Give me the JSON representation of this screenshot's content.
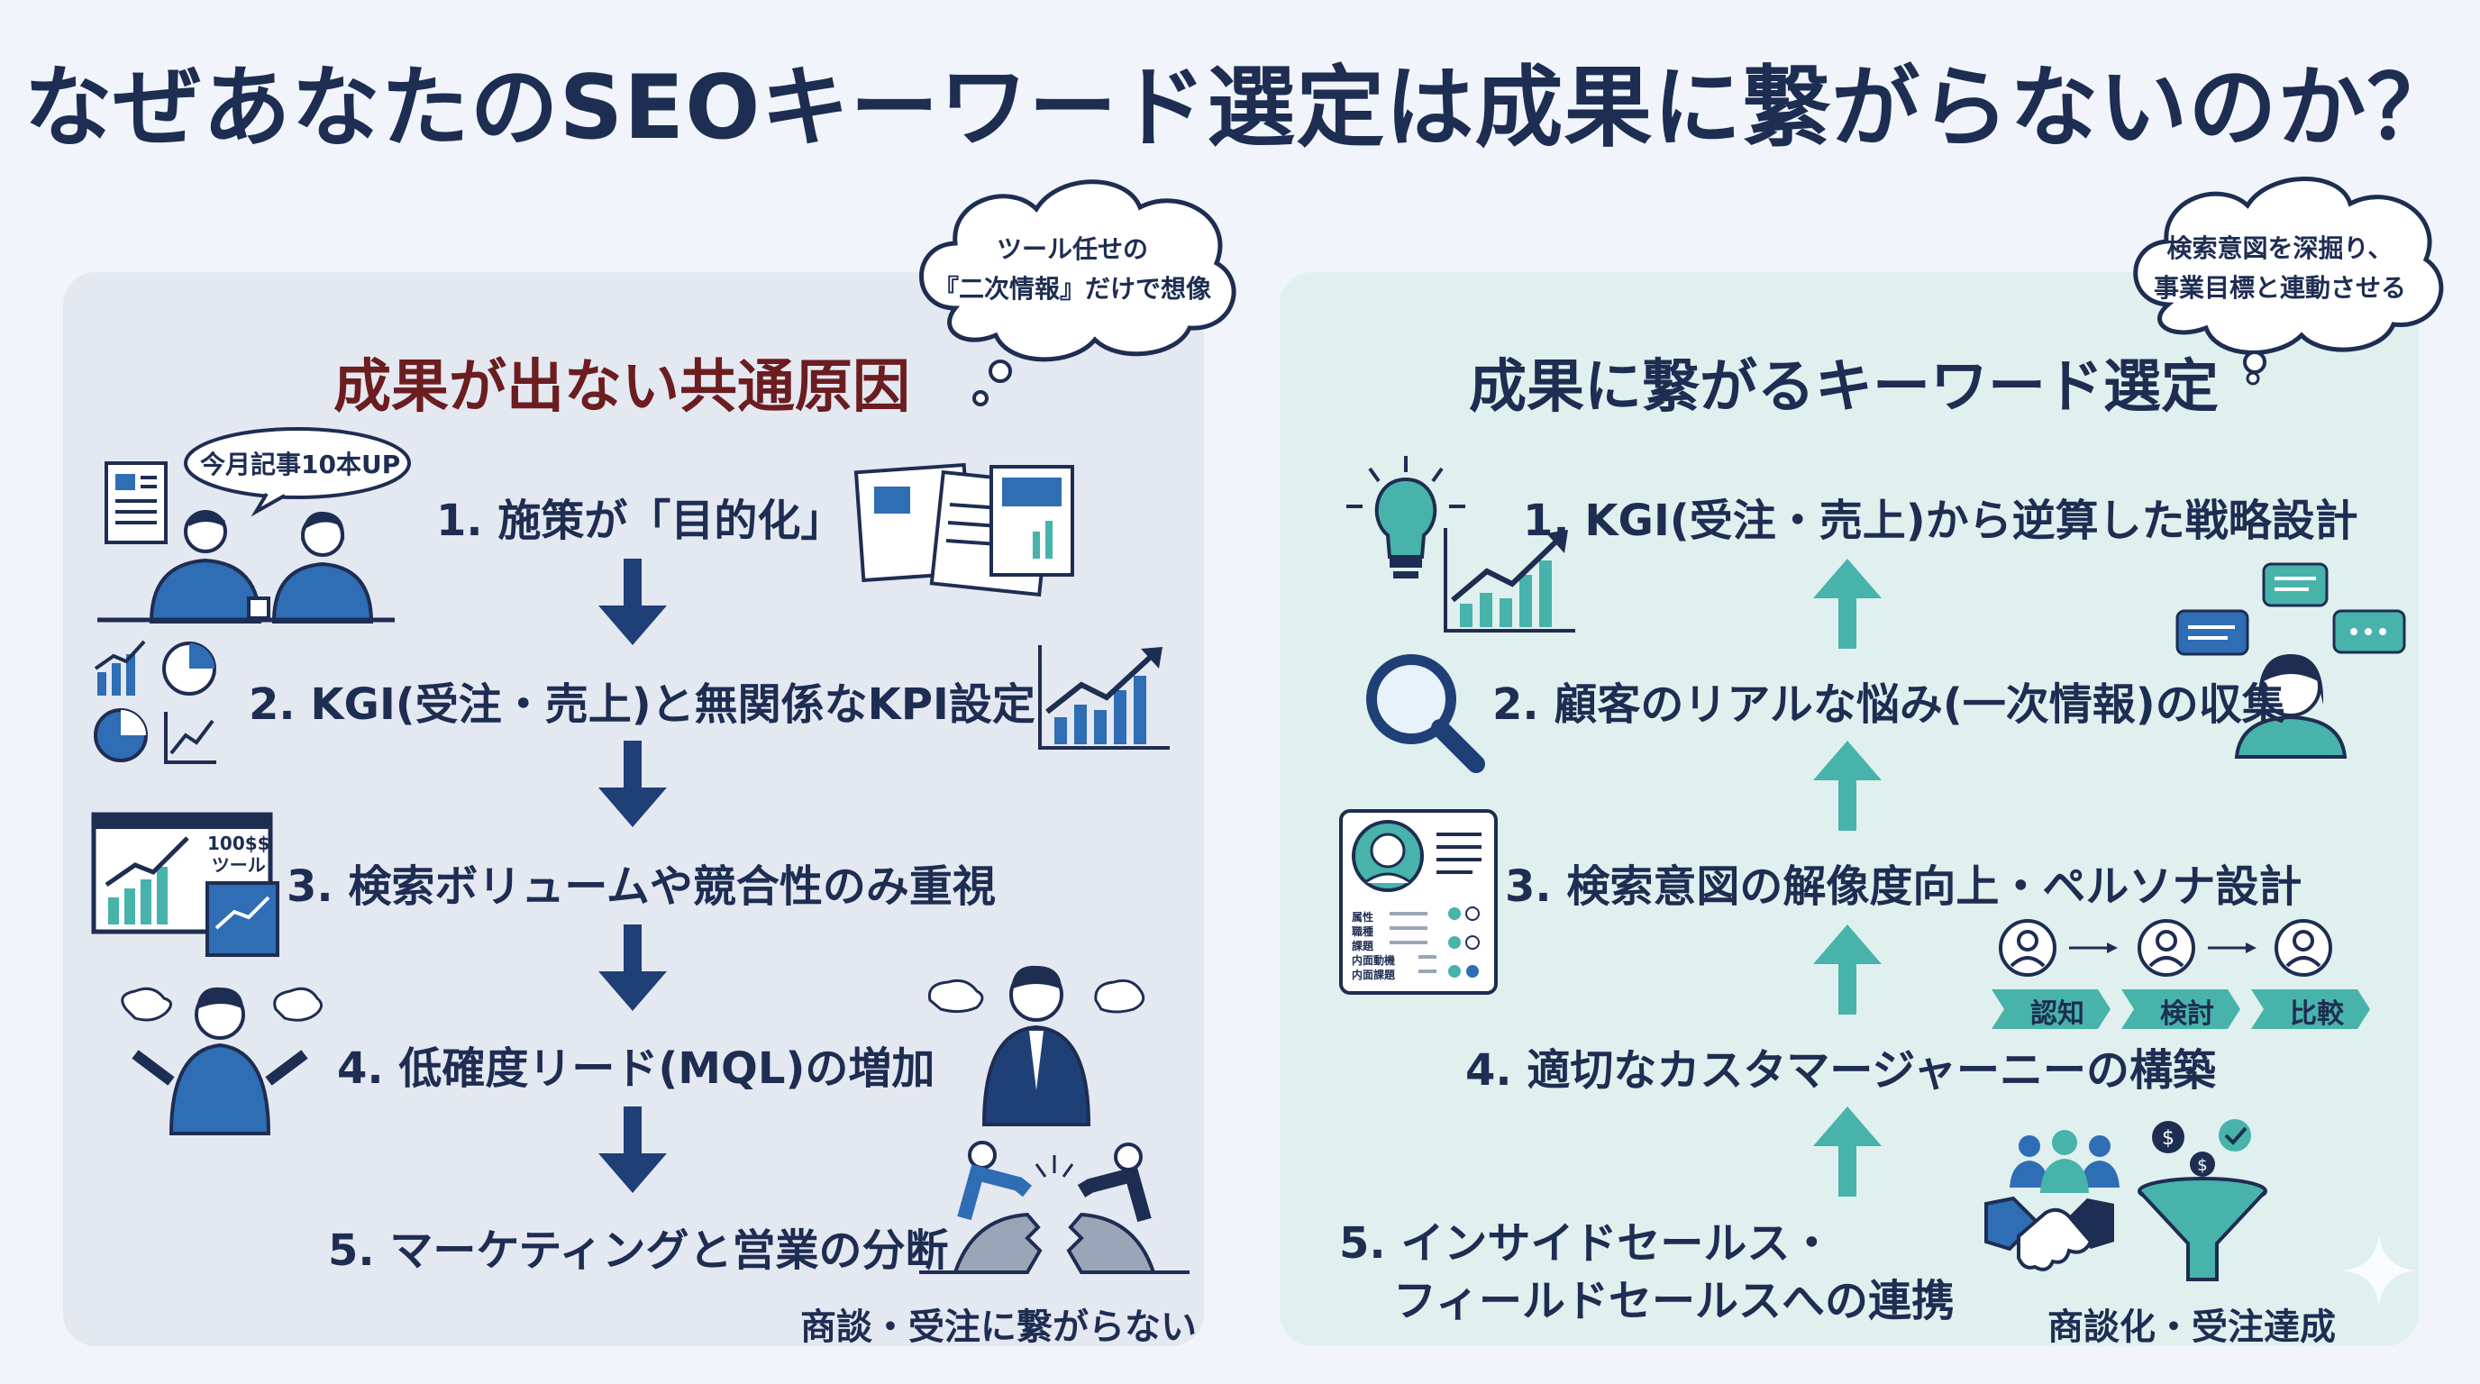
{
  "title": "なぜあなたのSEOキーワード選定は成果に繋がらないのか？",
  "left": {
    "heading": "成果が出ない共通原因",
    "cloud": [
      "ツール任せの",
      "『二次情報』だけで想像"
    ],
    "bubble": "今月記事10本UP",
    "tool_label": [
      "100$$",
      "ツール"
    ],
    "steps": [
      "1. 施策が「目的化」",
      "2. KGI(受注・売上)と無関係なKPI設定",
      "3. 検索ボリュームや競合性のみ重視",
      "4. 低確度リード(MQL)の増加",
      "5. マーケティングと営業の分断"
    ],
    "bottom": "商談・受注に繋がらない"
  },
  "right": {
    "heading": "成果に繋がるキーワード選定",
    "cloud": [
      "検索意図を深掘り、",
      "事業目標と連動させる"
    ],
    "steps": [
      "1. KGI(受注・売上)から逆算した戦略設計",
      "2. 顧客のリアルな悩み(一次情報)の収集",
      "3. 検索意図の解像度向上・ペルソナ設計",
      "4. 適切なカスタマージャーニーの構築",
      "5. インサイドセールス・",
      "フィールドセールスへの連携"
    ],
    "journey": [
      "認知",
      "検討",
      "比較"
    ],
    "persona_fields": [
      "属性",
      "職種",
      "課題",
      "内面動機",
      "内面課題"
    ],
    "bottom": "商談化・受注達成"
  },
  "colors": {
    "navy": "#1e2d52",
    "dark_red": "#6b1d20",
    "teal": "#47b3aa",
    "blue": "#2f6db5",
    "left_panel": "#e4e8f1",
    "right_panel": "#e0f0ee"
  },
  "icons": {
    "left": [
      "document-icon",
      "people-meeting-icon",
      "charts-icon",
      "papers-icon",
      "trend-chart-icon",
      "tool-dashboard-icon",
      "confused-man-icon",
      "frustrated-man-icon",
      "broken-bridge-icon"
    ],
    "right": [
      "lightbulb-icon",
      "growth-chart-icon",
      "magnifier-icon",
      "chat-woman-icon",
      "persona-card-icon",
      "journey-icon",
      "team-icon",
      "handshake-icon",
      "funnel-icon"
    ]
  }
}
